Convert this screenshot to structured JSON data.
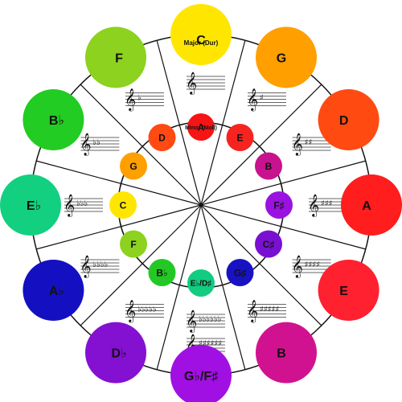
{
  "major_heading": "Major (Dur)",
  "minor_heading": "Minor (Moll)",
  "major_keys": [
    {
      "label": "C",
      "color": "#FFE600",
      "accidentals": ""
    },
    {
      "label": "G",
      "color": "#FF9F00",
      "accidentals": "♯"
    },
    {
      "label": "D",
      "color": "#FF4A12",
      "accidentals": "♯♯"
    },
    {
      "label": "A",
      "color": "#FF1D1D",
      "accidentals": "♯♯♯"
    },
    {
      "label": "E",
      "color": "#FF2030",
      "accidentals": "♯♯♯♯"
    },
    {
      "label": "B",
      "color": "#D11290",
      "accidentals": "♯♯♯♯♯"
    },
    {
      "label": "G♭/F♯",
      "color": "#A010E2",
      "accidentals": "♭♭♭♭♭♭"
    },
    {
      "label": "D♭",
      "color": "#8410D2",
      "accidentals": "♭♭♭♭♭"
    },
    {
      "label": "A♭",
      "color": "#1410C2",
      "accidentals": "♭♭♭♭"
    },
    {
      "label": "E♭",
      "color": "#12D080",
      "accidentals": "♭♭♭"
    },
    {
      "label": "B♭",
      "color": "#22CC22",
      "accidentals": "♭♭"
    },
    {
      "label": "F",
      "color": "#8CD21E",
      "accidentals": "♭"
    }
  ],
  "minor_keys": [
    {
      "label": "A",
      "color": "#F51515"
    },
    {
      "label": "E",
      "color": "#F52420"
    },
    {
      "label": "B",
      "color": "#C8128E"
    },
    {
      "label": "F♯",
      "color": "#9A12E0"
    },
    {
      "label": "C♯",
      "color": "#7A10D2"
    },
    {
      "label": "G♯",
      "color": "#1812C2"
    },
    {
      "label": "E♭/D♯",
      "color": "#12CC80"
    },
    {
      "label": "B♭",
      "color": "#24C824"
    },
    {
      "label": "F",
      "color": "#8CD21E"
    },
    {
      "label": "C",
      "color": "#FFE600"
    },
    {
      "label": "G",
      "color": "#FF9F00"
    },
    {
      "label": "D",
      "color": "#FF4A12"
    }
  ],
  "extra_signature_accidentals": "♯♯♯♯♯♯"
}
